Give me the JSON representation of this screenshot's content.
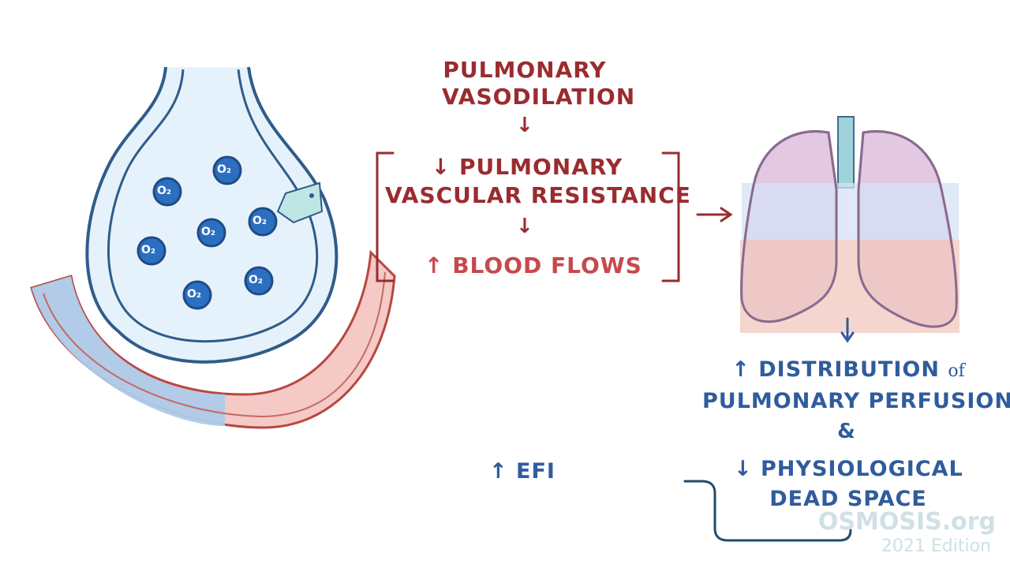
{
  "text": {
    "vasodilation_line1": "PULMONARY",
    "vasodilation_line2": "VASODILATION",
    "pvr_line1": "↓ PULMONARY",
    "pvr_line2": "VASCULAR RESISTANCE",
    "blood_flows": "↑ BLOOD FLOWS",
    "distribution_line1": "↑ DISTRIBUTION",
    "distribution_of": "of",
    "distribution_line2": "PULMONARY PERFUSION",
    "ampersand": "&",
    "dead_space_line1": "↓ PHYSIOLOGICAL",
    "dead_space_line2": "DEAD SPACE",
    "efi": "↑ EFI",
    "o2_label": "O₂"
  },
  "watermark": {
    "logo": "OSMOSIS.org",
    "edition": "2021 Edition"
  },
  "colors": {
    "dark_red": "#9a2b2f",
    "light_red": "#c8484c",
    "blue": "#2f5c9c",
    "alveolus_fill": "#e6f2fb",
    "o2_fill": "#2c6fc0"
  }
}
